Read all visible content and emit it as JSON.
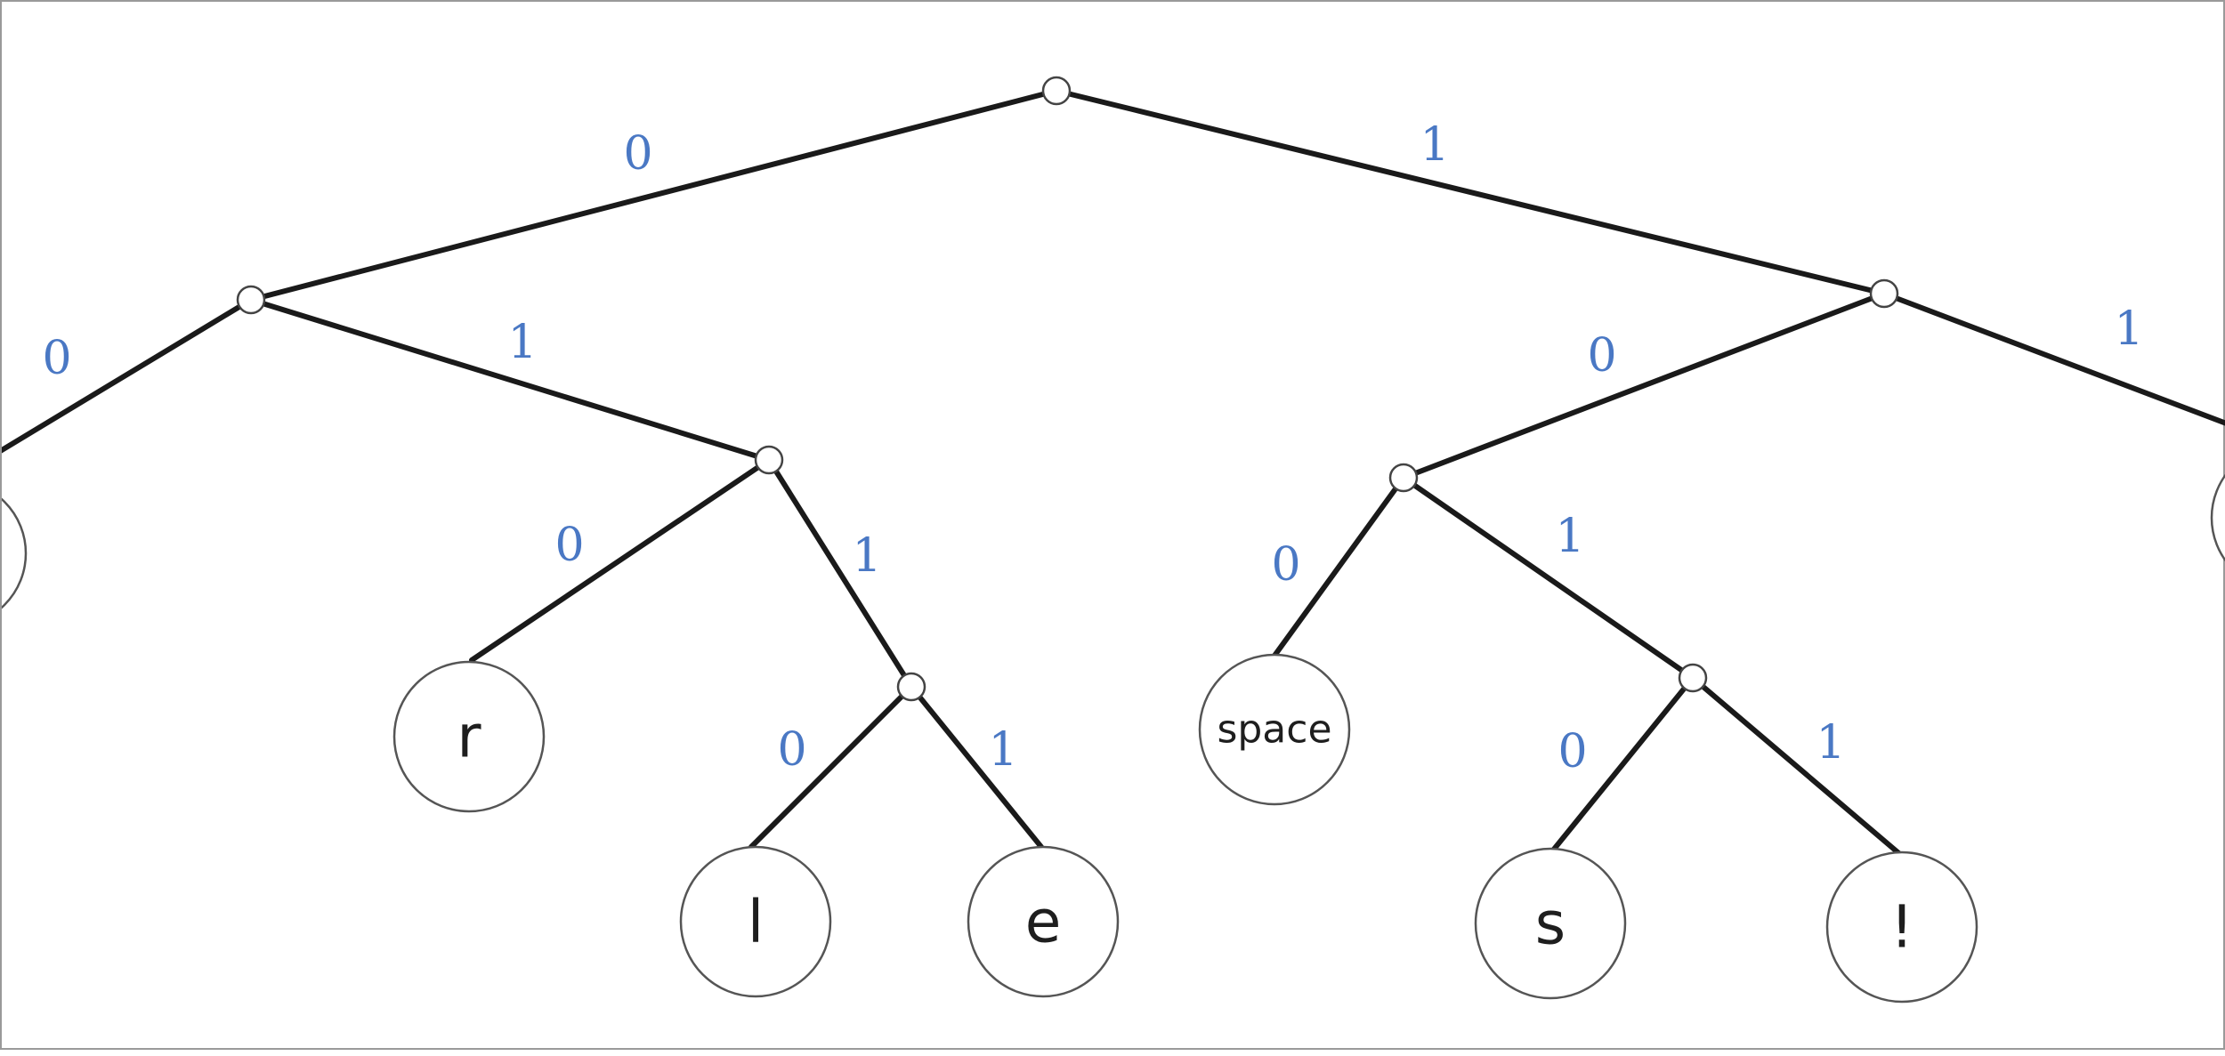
{
  "tree": {
    "edges": [
      {
        "id": "root-left",
        "label": "0"
      },
      {
        "id": "root-right",
        "label": "1"
      },
      {
        "id": "L-left",
        "label": "0"
      },
      {
        "id": "L-right",
        "label": "1"
      },
      {
        "id": "LR-left",
        "label": "0"
      },
      {
        "id": "LR-right",
        "label": "1"
      },
      {
        "id": "LRR-left",
        "label": "0"
      },
      {
        "id": "LRR-right",
        "label": "1"
      },
      {
        "id": "R-left",
        "label": "0"
      },
      {
        "id": "R-right",
        "label": "1"
      },
      {
        "id": "RL-left",
        "label": "0"
      },
      {
        "id": "RL-right",
        "label": "1"
      },
      {
        "id": "RLR-left",
        "label": "0"
      },
      {
        "id": "RLR-right",
        "label": "1"
      }
    ],
    "leaves": [
      {
        "id": "leaf-r",
        "symbol": "r"
      },
      {
        "id": "leaf-l",
        "symbol": "l"
      },
      {
        "id": "leaf-e",
        "symbol": "e"
      },
      {
        "id": "leaf-space",
        "symbol": "space"
      },
      {
        "id": "leaf-s",
        "symbol": "s"
      },
      {
        "id": "leaf-bang",
        "symbol": "!"
      }
    ]
  },
  "colors": {
    "edge_label": "#4a78c4",
    "edge": "#1a1a1a",
    "node_stroke": "#555555"
  }
}
